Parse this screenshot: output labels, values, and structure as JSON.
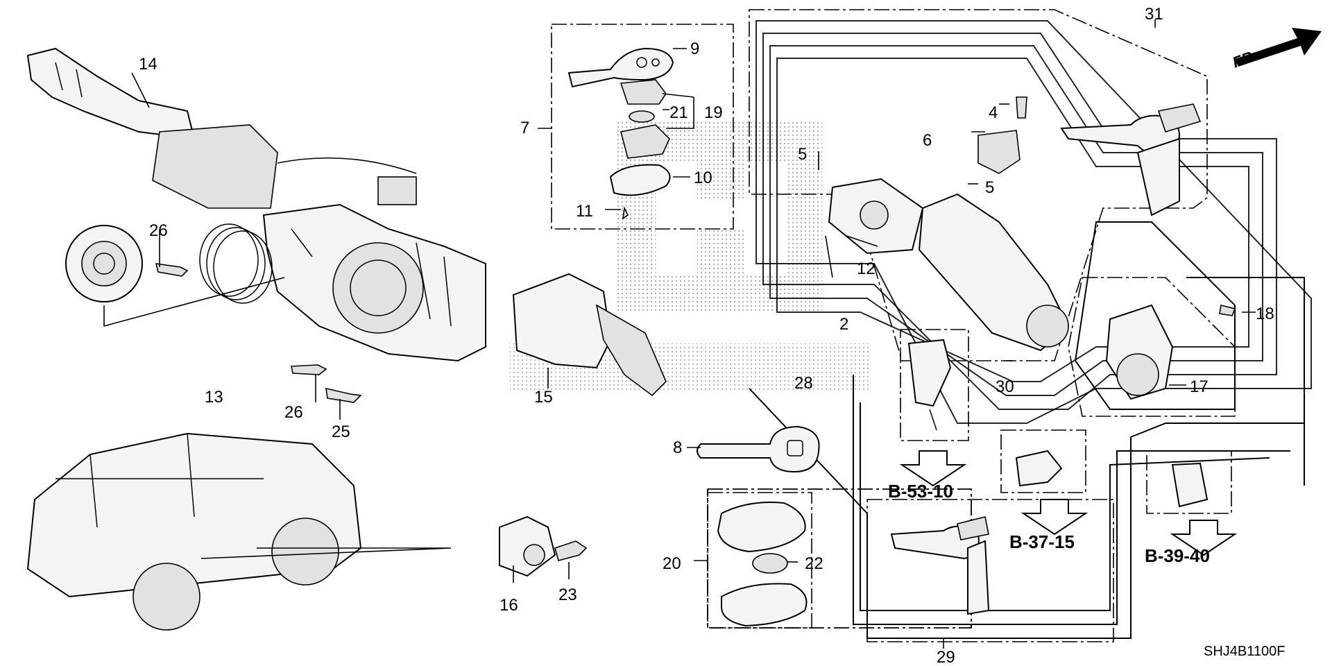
{
  "diagram": {
    "direction_label": "FR.",
    "drawing_code": "SHJ4B1100F",
    "callouts": {
      "c2": "2",
      "c4": "4",
      "c5a": "5",
      "c5b": "5",
      "c6": "6",
      "c7": "7",
      "c8": "8",
      "c9": "9",
      "c10": "10",
      "c11": "11",
      "c12": "12",
      "c13": "13",
      "c14": "14",
      "c15": "15",
      "c16": "16",
      "c17": "17",
      "c18": "18",
      "c19": "19",
      "c20": "20",
      "c21": "21",
      "c22": "22",
      "c23": "23",
      "c25": "25",
      "c26a": "26",
      "c26b": "26",
      "c28": "28",
      "c29": "29",
      "c30": "30",
      "c31": "31"
    },
    "references": {
      "ref1": "B-53-10",
      "ref2": "B-37-15",
      "ref3": "B-39-40"
    }
  }
}
